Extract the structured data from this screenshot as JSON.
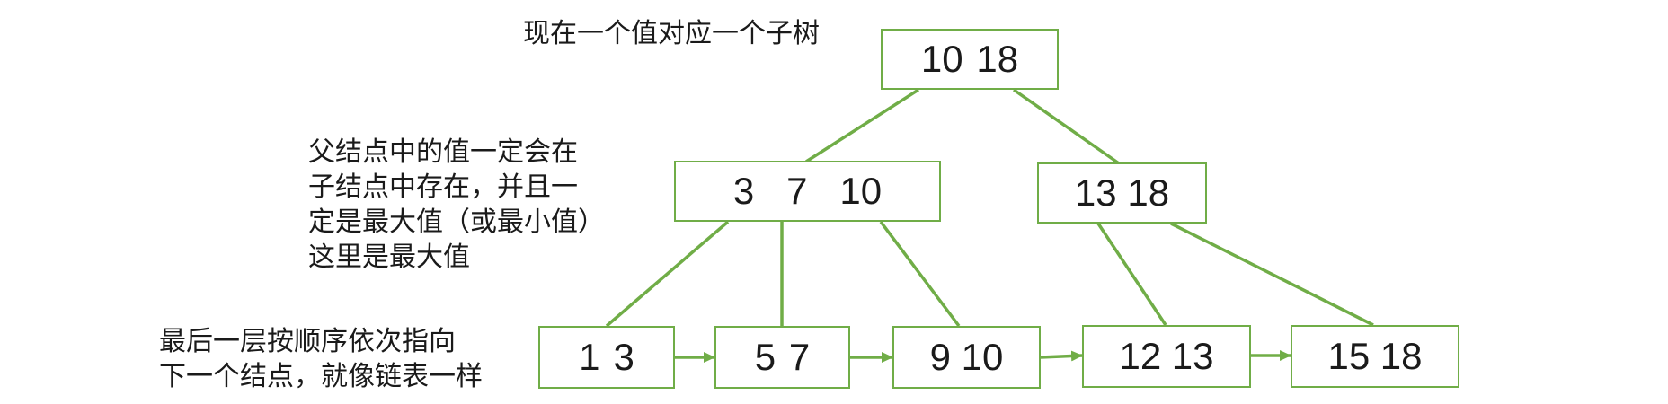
{
  "colors": {
    "stroke": "#70ad47",
    "text": "#1a1a1a",
    "background": "#ffffff"
  },
  "tree": {
    "root": {
      "keys": [
        "10",
        "18"
      ]
    },
    "internal": [
      {
        "keys": [
          "3",
          "7",
          "10"
        ]
      },
      {
        "keys": [
          "13",
          "18"
        ]
      }
    ],
    "leaves": [
      {
        "keys": [
          "1",
          "3"
        ]
      },
      {
        "keys": [
          "5",
          "7"
        ]
      },
      {
        "keys": [
          "9",
          "10"
        ]
      },
      {
        "keys": [
          "12",
          "13"
        ]
      },
      {
        "keys": [
          "15",
          "18"
        ]
      }
    ]
  },
  "annotations": {
    "root_note": "现在一个值对应一个子树",
    "internal_note": [
      "父结点中的值一定会在",
      "子结点中存在，并且一",
      "定是最大值（或最小值）",
      "这里是最大值"
    ],
    "leaf_note": [
      "最后一层按顺序依次指向",
      "下一个结点，就像链表一样"
    ]
  }
}
